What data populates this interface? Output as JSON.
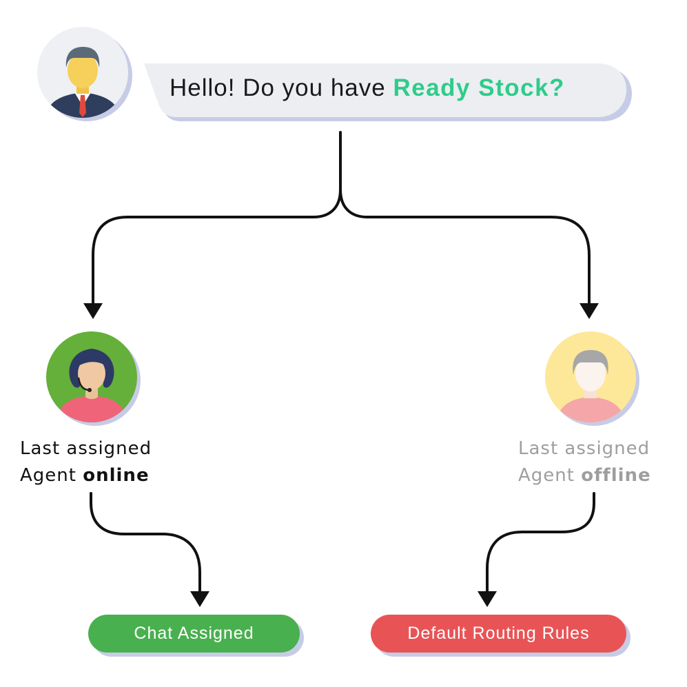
{
  "customer_message": {
    "prefix": "Hello! Do you have ",
    "highlight": "Ready Stock?",
    "highlight_color": "#2ecc8a"
  },
  "online_branch": {
    "line1": "Last assigned",
    "line2_prefix": "Agent ",
    "line2_bold": "online",
    "avatar_bg_color": "#64b03a",
    "result_label": "Chat Assigned",
    "result_color": "#49b04f"
  },
  "offline_branch": {
    "line1": "Last assigned",
    "line2_prefix": "Agent ",
    "line2_bold": "offline",
    "avatar_bg_color": "#fde899",
    "text_color": "#9e9e9e",
    "result_label": "Default Routing Rules",
    "result_color": "#e85456"
  },
  "icons": {
    "customer": "businessman-avatar-icon",
    "online_agent": "support-agent-headset-icon",
    "offline_agent": "faded-agent-icon"
  }
}
